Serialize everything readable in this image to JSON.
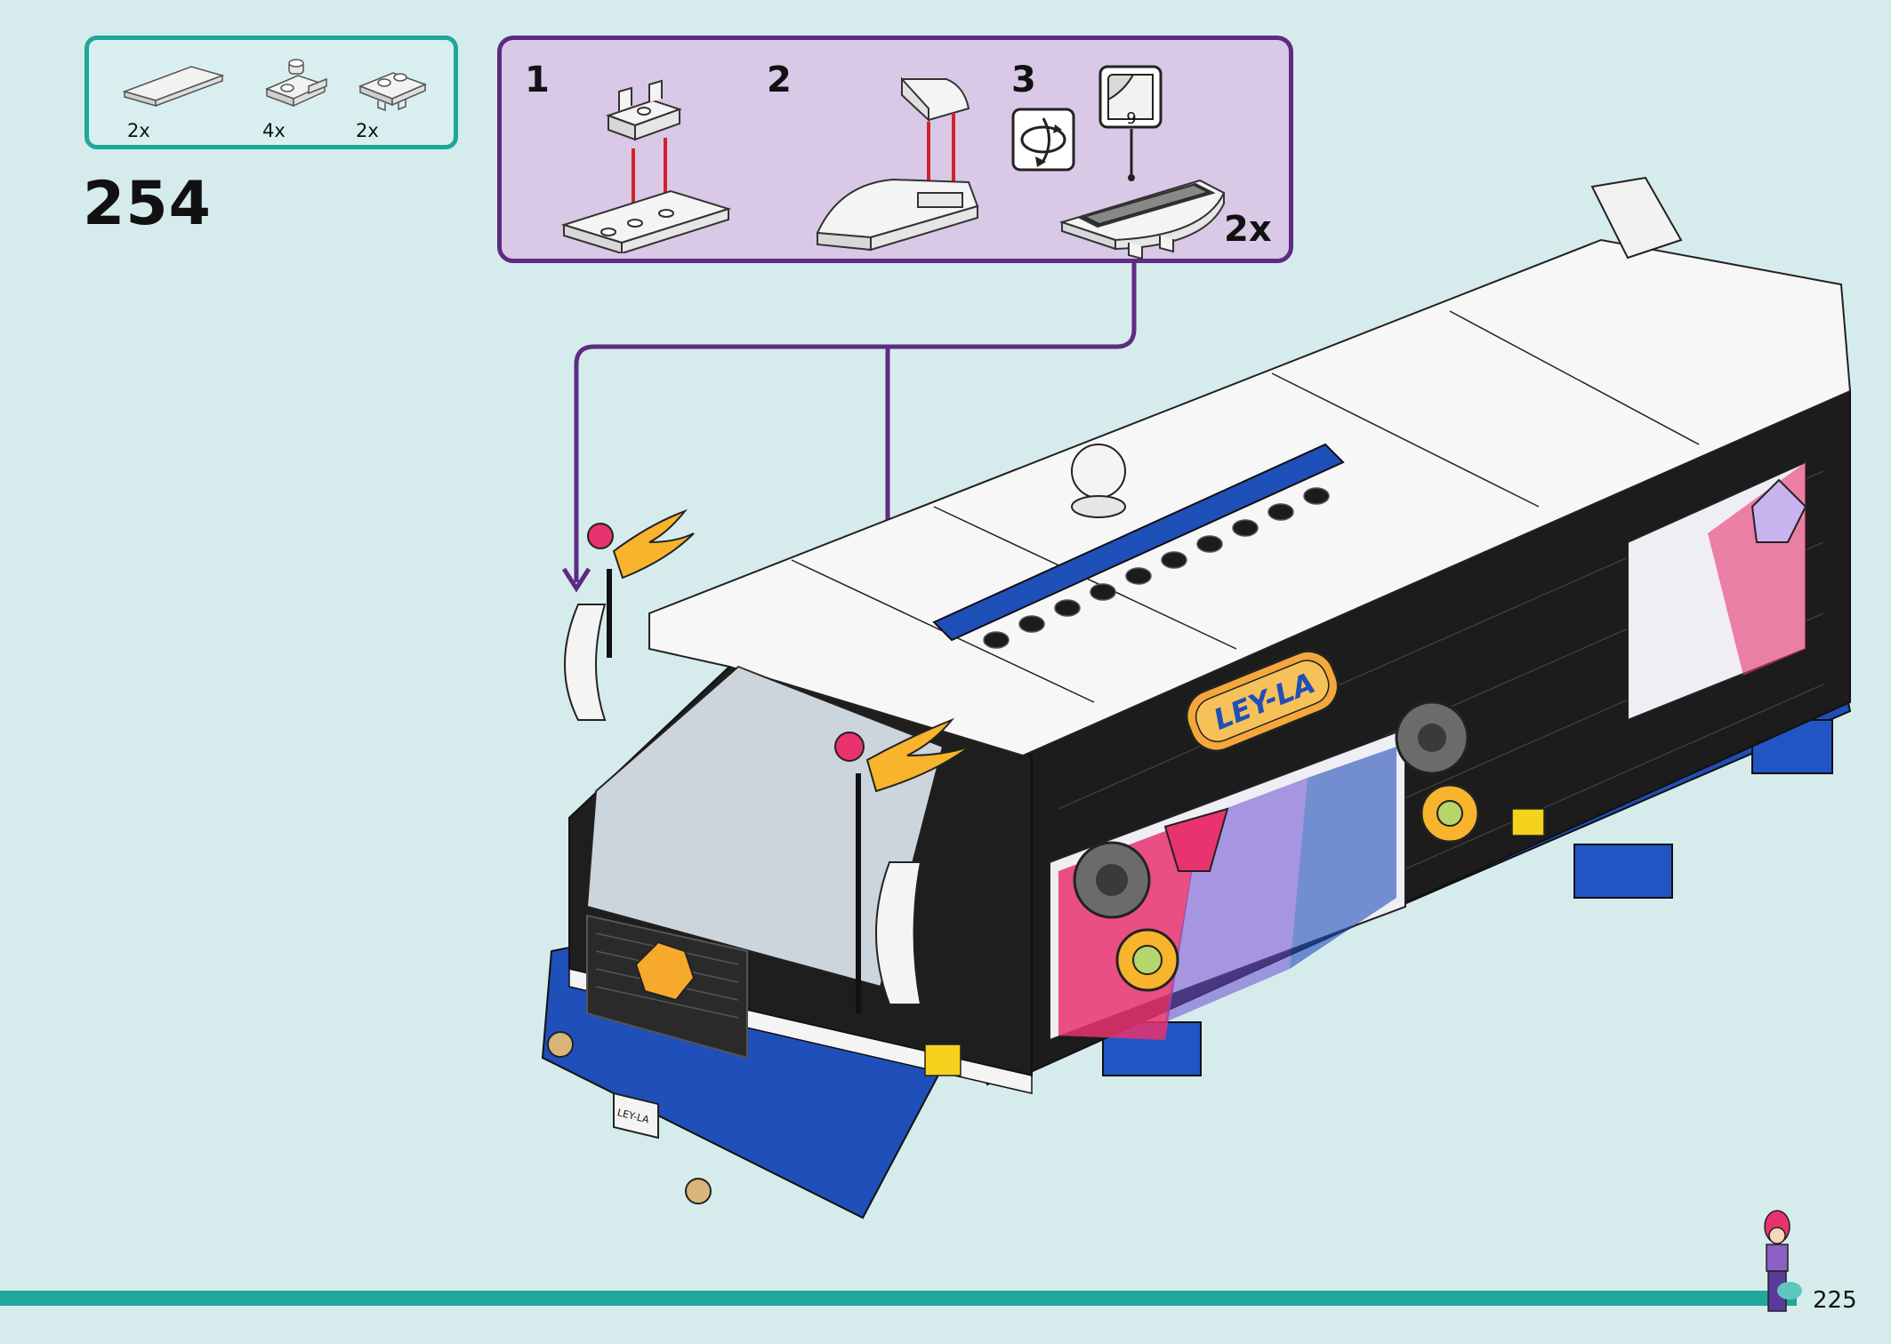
{
  "parts_list": [
    {
      "icon": "tile-1x4-white-icon",
      "qty": "2x"
    },
    {
      "icon": "plate-clip-white-icon",
      "qty": "4x"
    },
    {
      "icon": "plate-1x2-clip-white-icon",
      "qty": "2x"
    }
  ],
  "step_number": "254",
  "callout": {
    "substeps": [
      {
        "number": "1"
      },
      {
        "number": "2"
      },
      {
        "number": "3"
      }
    ],
    "rotate_icon": "rotate-model-icon",
    "sticker_number": "9",
    "multiplier": "2x"
  },
  "model": {
    "bus_sign": "LEY-LA",
    "license_plate": "LEY-LA"
  },
  "page_number": "225",
  "colors": {
    "background": "#d6ecec",
    "parts_border": "#1fa79a",
    "callout_border": "#5e2b82",
    "callout_fill": "#d9c8e6",
    "arrow_red": "#d4202a",
    "bus_black": "#1c1c1c",
    "bus_blue": "#1f4fb8",
    "accent_pink": "#e8336e",
    "flag_orange": "#f7b42c"
  }
}
